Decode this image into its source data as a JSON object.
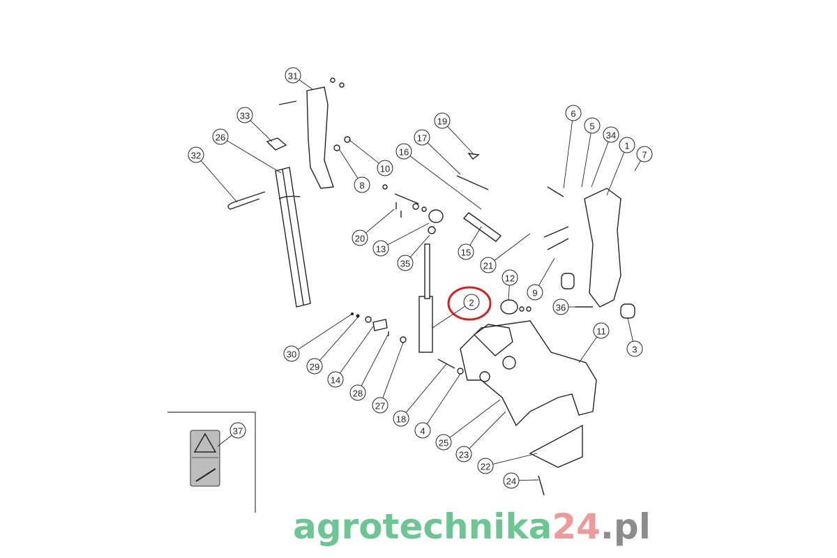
{
  "watermark": {
    "part1": "agrotechnika",
    "part2": "24",
    "part3": ".pl",
    "colors": {
      "part1": "#6cc592",
      "part2": "#ec9a9a",
      "part3": "#8c8c8c"
    }
  },
  "highlight": {
    "part": "2",
    "color": "#d42020"
  },
  "callouts": [
    "31",
    "33",
    "26",
    "32",
    "10",
    "8",
    "19",
    "17",
    "16",
    "6",
    "5",
    "34",
    "1",
    "7",
    "20",
    "13",
    "15",
    "35",
    "21",
    "12",
    "9",
    "36",
    "2",
    "11",
    "3",
    "30",
    "29",
    "14",
    "28",
    "27",
    "18",
    "4",
    "25",
    "23",
    "22",
    "24",
    "37"
  ]
}
